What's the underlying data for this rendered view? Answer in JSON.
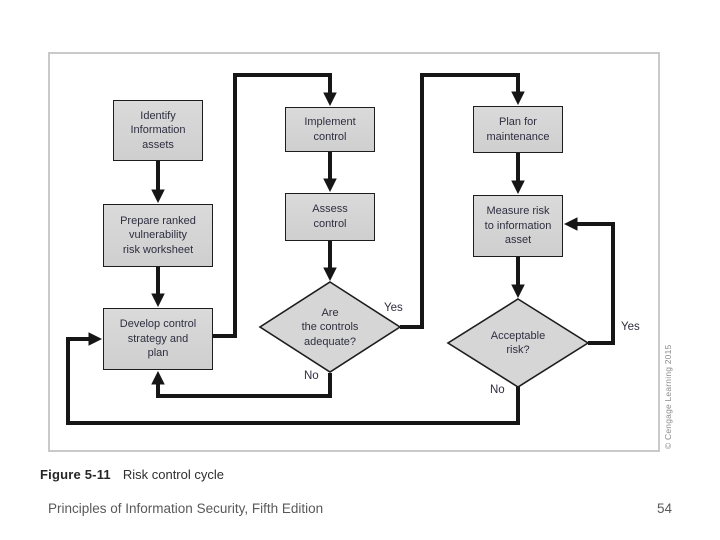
{
  "slide": {
    "caption": {
      "label": "Figure 5-11",
      "title": "Risk control cycle"
    },
    "footer": {
      "title": "Principles of Information Security, Fifth Edition",
      "page_number": "54"
    }
  },
  "figure": {
    "credit": "© Cengage Learning 2015",
    "process_nodes": [
      {
        "id": "identify",
        "text": "Identify\nInformation\nassets"
      },
      {
        "id": "prepare",
        "text": "Prepare ranked\nvulnerability\nrisk worksheet"
      },
      {
        "id": "develop",
        "text": "Develop control\nstrategy and\nplan"
      },
      {
        "id": "implement",
        "text": "Implement\ncontrol"
      },
      {
        "id": "assess",
        "text": "Assess\ncontrol"
      },
      {
        "id": "plan",
        "text": "Plan for\nmaintenance"
      },
      {
        "id": "measure",
        "text": "Measure risk\nto information\nasset"
      }
    ],
    "decision_nodes": [
      {
        "id": "controls-adequate",
        "text": "Are\nthe controls\nadequate?"
      },
      {
        "id": "acceptable-risk",
        "text": "Acceptable\nrisk?"
      }
    ],
    "edge_labels": [
      {
        "id": "controls-adequate-yes",
        "text": "Yes"
      },
      {
        "id": "controls-adequate-no",
        "text": "No"
      },
      {
        "id": "acceptable-risk-yes",
        "text": "Yes"
      },
      {
        "id": "acceptable-risk-no",
        "text": "No"
      }
    ],
    "colors": {
      "node_fill": "#d6d6d6",
      "node_border": "#1d1d1d",
      "node_text": "#2e2e40",
      "connector": "#161616",
      "frame_border": "#c9c9c9",
      "caption_text": "#262626",
      "footer_text": "#595959",
      "credit_text": "#8a8a8a"
    }
  }
}
